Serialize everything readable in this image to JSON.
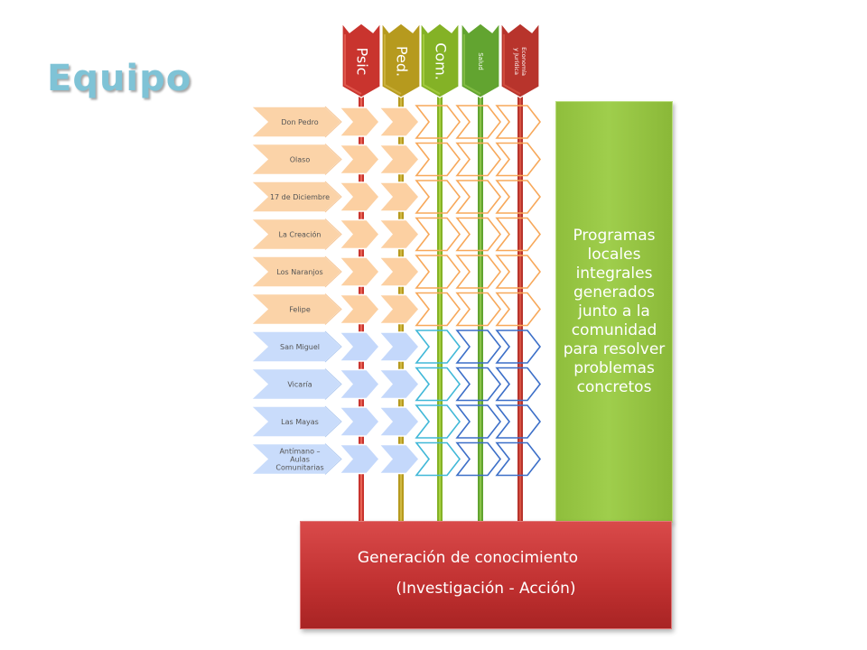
{
  "title": "Equipo",
  "disciplines": [
    {
      "label": "Psic",
      "color": "#c9342e",
      "light": "#f07060",
      "row_top": "#f7b979",
      "row_bottom": "#9dbcf0"
    },
    {
      "label": "Ped.",
      "color": "#b69a1e",
      "light": "#d7c04c",
      "row_top": "#f7b979",
      "row_bottom": "#9dbcf0"
    },
    {
      "label": "Com.",
      "color": "#84b226",
      "light": "#b2d84a",
      "row_top": "#f7a85a",
      "row_bottom": "#41b8d8"
    },
    {
      "label": "Salud",
      "color": "#62a430",
      "light": "#96cc50",
      "row_top": "#f7a85a",
      "row_bottom": "#3c6fc8"
    },
    {
      "label": "Economía y Jurídica",
      "color": "#b8342c",
      "light": "#e05a48",
      "row_top": "#f7a85a",
      "row_bottom": "#3c6fc8"
    }
  ],
  "communities": [
    {
      "label": "Don Pedro",
      "group": "orange"
    },
    {
      "label": "Olaso",
      "group": "orange"
    },
    {
      "label": "17 de Diciembre",
      "group": "orange"
    },
    {
      "label": "La Creación",
      "group": "orange"
    },
    {
      "label": "Los Naranjos",
      "group": "orange"
    },
    {
      "label": "Felipe",
      "group": "orange"
    },
    {
      "label": "San Miguel",
      "group": "blue"
    },
    {
      "label": "Vicaría",
      "group": "blue"
    },
    {
      "label": "Las Mayas",
      "group": "blue"
    },
    {
      "label": "Antímano – Aulas Comunitarias",
      "group": "blue"
    }
  ],
  "side_box": {
    "text": "Programas locales integrales generados junto a la comunidad para resolver problemas concretos",
    "color": "#9bc848"
  },
  "base_box": {
    "line1": "Generación de conocimiento",
    "line2": "(Investigación  - Acción)",
    "color": "#c23232"
  },
  "colors": {
    "orange_fill": "#fbd3a8",
    "orange_edge": "#f0a050",
    "blue_fill": "#c9dcfb",
    "blue_edge": "#7fa8e8"
  }
}
